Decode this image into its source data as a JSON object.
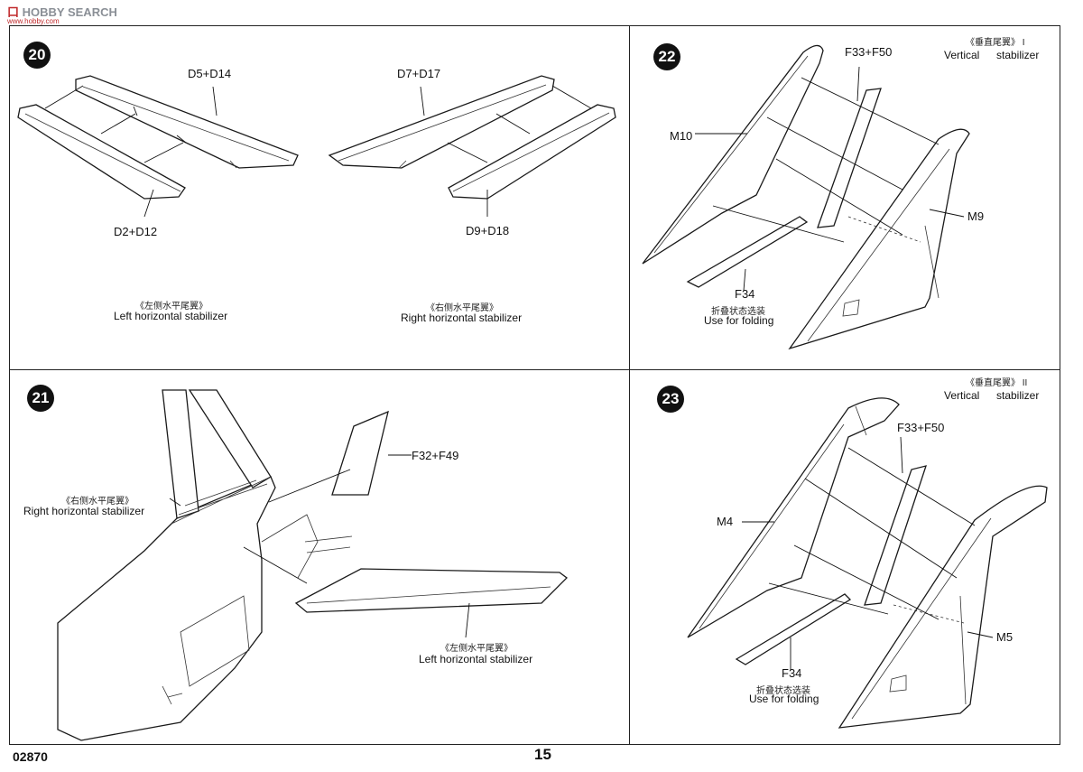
{
  "watermark": {
    "brand_a": "口",
    "brand_b": "HOBBY SEARCH",
    "url": "www.hobby.com"
  },
  "steps": {
    "s20": {
      "number": "20",
      "labels": {
        "top_left": "D5+D14",
        "top_right": "D7+D17",
        "bottom_left": "D2+D12",
        "bottom_right": "D9+D18"
      },
      "captions": {
        "left_cn": "《左侧水平尾翼》",
        "left_en": "Left horizontal stabilizer",
        "right_cn": "《右侧水平尾翼》",
        "right_en": "Right horizontal stabilizer"
      }
    },
    "s21": {
      "number": "21",
      "labels": {
        "flap": "F32+F49"
      },
      "captions": {
        "right_cn": "《右侧水平尾翼》",
        "right_en": "Right horizontal stabilizer",
        "left_cn": "《左侧水平尾翼》",
        "left_en": "Left horizontal stabilizer"
      }
    },
    "s22": {
      "number": "22",
      "header_cn": "《垂直尾翼》 I",
      "header_en_a": "Vertical",
      "header_en_b": "stabilizer",
      "labels": {
        "top": "F33+F50",
        "left": "M10",
        "right": "M9",
        "bottom": "F34"
      },
      "note_cn": "折叠状态选装",
      "note_en": "Use for folding"
    },
    "s23": {
      "number": "23",
      "header_cn": "《垂直尾翼》 II",
      "header_en_a": "Vertical",
      "header_en_b": "stabilizer",
      "labels": {
        "top": "F33+F50",
        "left": "M4",
        "right": "M5",
        "bottom": "F34"
      },
      "note_cn": "折叠状态选装",
      "note_en": "Use for folding"
    }
  },
  "footer": {
    "code": "02870",
    "page": "15"
  }
}
